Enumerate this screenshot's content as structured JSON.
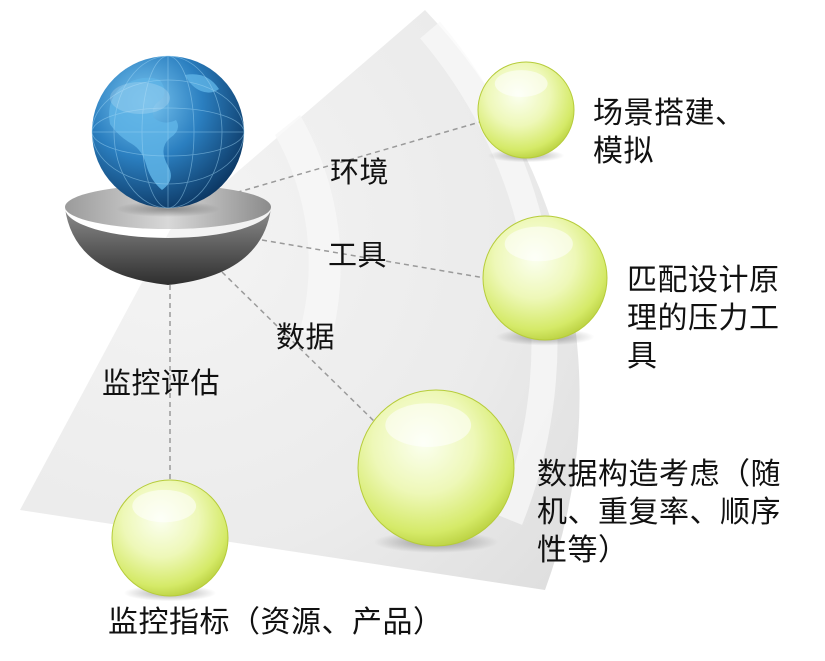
{
  "center": {
    "globe_icon": "globe-icon",
    "pedestal_icon": "hemisphere-pedestal-icon"
  },
  "rings": [
    {
      "label": "环境"
    },
    {
      "label": "工具"
    },
    {
      "label": "数据"
    },
    {
      "label": "监控评估"
    }
  ],
  "nodes": [
    {
      "label": "场景搭建、\n模拟"
    },
    {
      "label": "匹配设计原\n理的压力工\n具"
    },
    {
      "label": "数据构造考虑（随\n机、重复率、顺序\n性等）"
    },
    {
      "label": "监控指标（资源、产品）"
    }
  ],
  "colors": {
    "sphere_light": "#f8fde0",
    "sphere_mid": "#e6f59a",
    "sphere_dark": "#b6cc3a",
    "globe_ocean": "#1e6fae",
    "globe_land": "#3f9bd6",
    "connector": "#9a9a9a",
    "wedge": "#ececec"
  }
}
